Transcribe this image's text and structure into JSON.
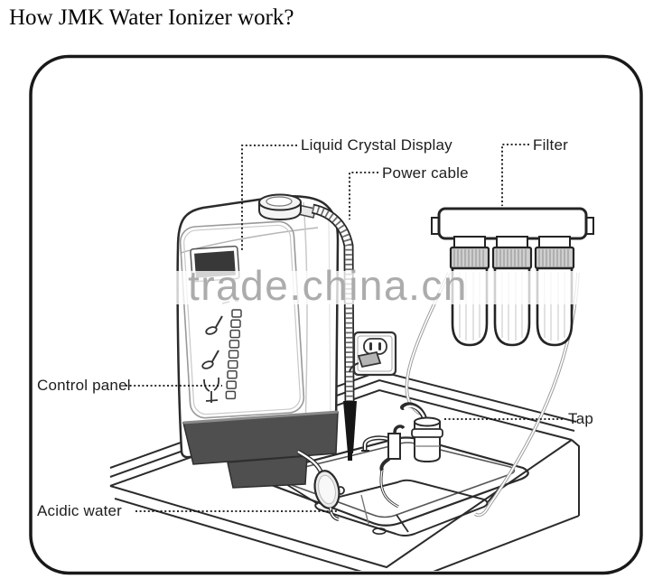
{
  "title": "How JMK Water Ionizer work?",
  "watermark": "trade.china.cn",
  "labels": {
    "lcd": "Liquid Crystal Display",
    "power_cable": "Power cable",
    "filter": "Filter",
    "control_panel": "Control panel",
    "tap": "Tap",
    "acidic_water": "Acidic water"
  },
  "colors": {
    "line": "#2b2b2b",
    "label_text": "#1d1d1d",
    "watermark_text": "#a6a6a6",
    "filter_cap_gray": "#cfcfcf",
    "ionizer_base_dark": "#4f4f4f",
    "lcd_screen": "#383838"
  },
  "icons": {
    "control_panel_glyphs": [
      "cup-icon",
      "cup-icon",
      "fork-icon"
    ]
  }
}
